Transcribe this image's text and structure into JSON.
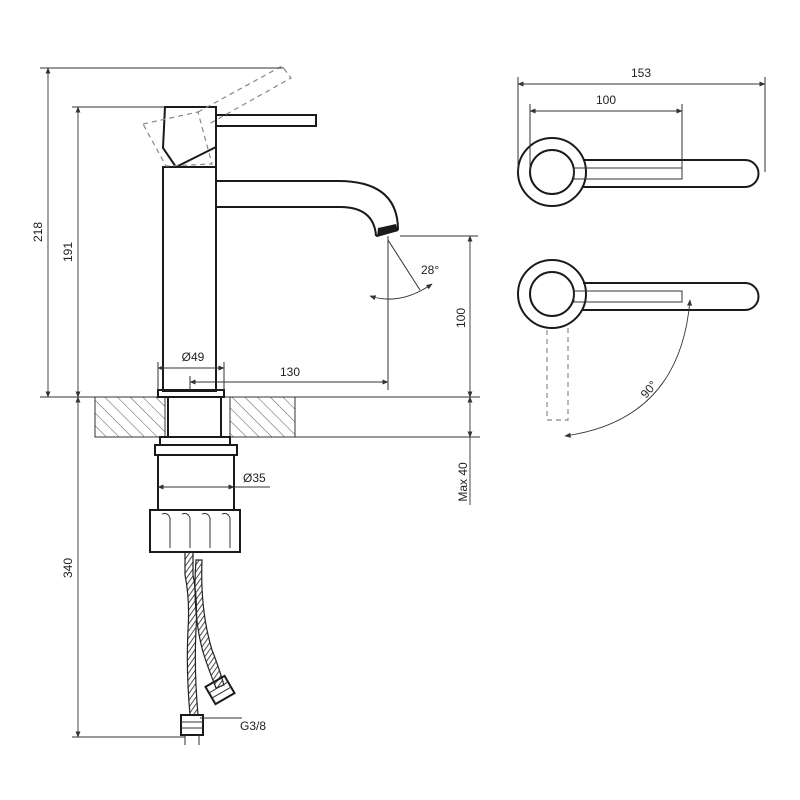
{
  "dimensions": {
    "total_height": "218",
    "body_height": "191",
    "base_diameter": "Ø49",
    "spout_reach": "130",
    "spout_height": "100",
    "spout_angle": "28°",
    "shank_diameter": "Ø35",
    "shank_length": "340",
    "max_thickness": "Max 40",
    "thread": "G3/8",
    "top_total_length": "153",
    "top_lever_length": "100",
    "rotation_angle": "90°"
  }
}
